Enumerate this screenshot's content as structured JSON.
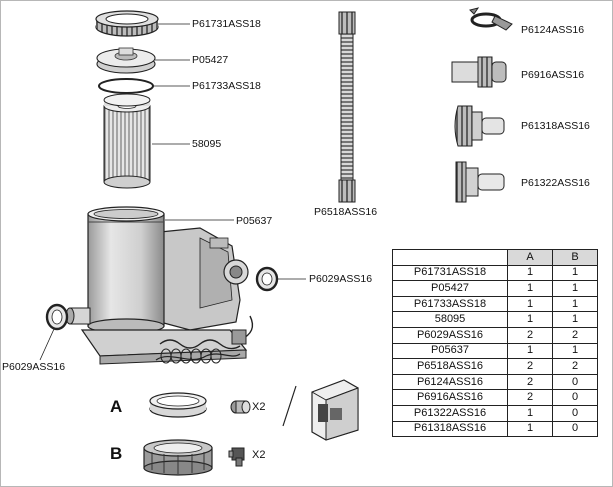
{
  "labels": {
    "lock_ring": "P61731ASS18",
    "cap": "P05427",
    "o_ring": "P61733ASS18",
    "cartridge": "58095",
    "housing": "P05637",
    "hose": "P6518ASS16",
    "gasket_right": "P6029ASS16",
    "gasket_left": "P6029ASS16",
    "clamp": "P6124ASS16",
    "adapter_a": "P6916ASS16",
    "adapter_b": "P61318ASS16",
    "adapter_c": "P61322ASS16"
  },
  "kits": {
    "a_letter": "A",
    "b_letter": "B",
    "a_qty": "X2",
    "b_qty": "X2"
  },
  "table": {
    "headers": [
      "",
      "A",
      "B"
    ],
    "rows": [
      {
        "part": "P61731ASS18",
        "a": "1",
        "b": "1"
      },
      {
        "part": "P05427",
        "a": "1",
        "b": "1"
      },
      {
        "part": "P61733ASS18",
        "a": "1",
        "b": "1"
      },
      {
        "part": "58095",
        "a": "1",
        "b": "1"
      },
      {
        "part": "P6029ASS16",
        "a": "2",
        "b": "2"
      },
      {
        "part": "P05637",
        "a": "1",
        "b": "1"
      },
      {
        "part": "P6518ASS16",
        "a": "2",
        "b": "2"
      },
      {
        "part": "P6124ASS16",
        "a": "2",
        "b": "0"
      },
      {
        "part": "P6916ASS16",
        "a": "2",
        "b": "0"
      },
      {
        "part": "P61322ASS16",
        "a": "1",
        "b": "0"
      },
      {
        "part": "P61318ASS16",
        "a": "1",
        "b": "0"
      }
    ]
  }
}
